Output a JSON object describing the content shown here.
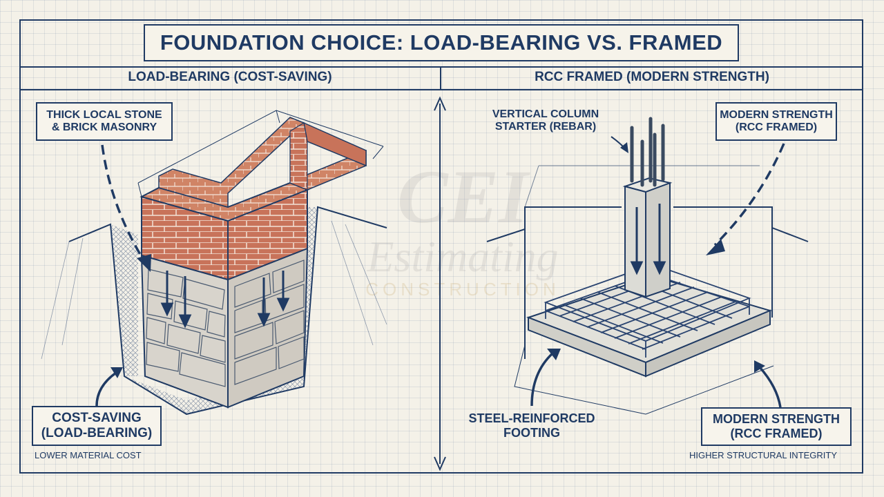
{
  "title": "FOUNDATION CHOICE: LOAD-BEARING VS. FRAMED",
  "left_panel": {
    "heading": "LOAD-BEARING (COST-SAVING)",
    "callout_top_line1": "THICK LOCAL STONE",
    "callout_top_line2": "& BRICK MASONRY",
    "callout_bottom_line1": "COST-SAVING",
    "callout_bottom_line2": "(LOAD-BEARING)",
    "caption": "LOWER MATERIAL COST"
  },
  "right_panel": {
    "heading": "RCC FRAMED (MODERN STRENGTH)",
    "note_rebar_line1": "VERTICAL COLUMN",
    "note_rebar_line2": "STARTER (REBAR)",
    "callout_top_line1": "MODERN STRENGTH",
    "callout_top_line2": "(RCC FRAMED)",
    "note_footing_line1": "STEEL-REINFORCED",
    "note_footing_line2": "FOOTING",
    "callout_bottom_line1": "MODERN STRENGTH",
    "callout_bottom_line2": "(RCC FRAMED)",
    "caption": "HIGHER STRUCTURAL INTEGRITY"
  },
  "watermark": {
    "logo": "CEI",
    "word": "Estimating",
    "sub": "CONSTRUCTION"
  },
  "colors": {
    "ink": "#1f3a63",
    "brick": "#c8735a",
    "stone": "#d8d4cc",
    "concrete": "#dcdcd6",
    "paper": "#f4f1e8"
  }
}
